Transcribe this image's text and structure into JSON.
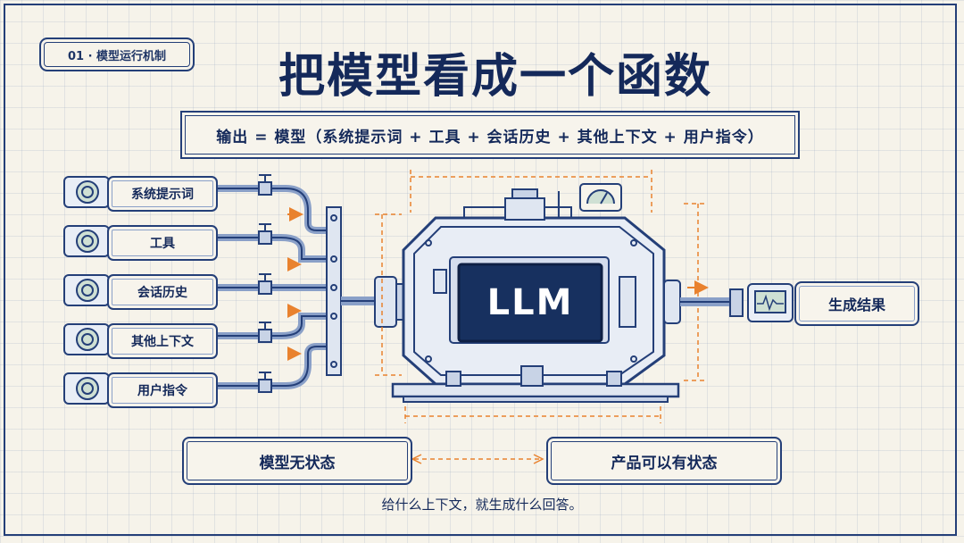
{
  "header": {
    "section_tag": "01 · 模型运行机制",
    "title": "把模型看成一个函数",
    "formula": "输出 = 模型（系统提示词 + 工具 + 会话历史 + 其他上下文 + 用户指令）"
  },
  "inputs": [
    {
      "label": "系统提示词"
    },
    {
      "label": "工具"
    },
    {
      "label": "会话历史"
    },
    {
      "label": "其他上下文"
    },
    {
      "label": "用户指令"
    }
  ],
  "machine": {
    "label": "LLM"
  },
  "output": {
    "label": "生成结果"
  },
  "states": {
    "left": "模型无状态",
    "right": "产品可以有状态"
  },
  "footer": "给什么上下文，就生成什么回答。",
  "colors": {
    "navy": "#14295a",
    "line": "#243f78",
    "accent_orange": "#e9822e",
    "background": "#f6f3ea"
  }
}
